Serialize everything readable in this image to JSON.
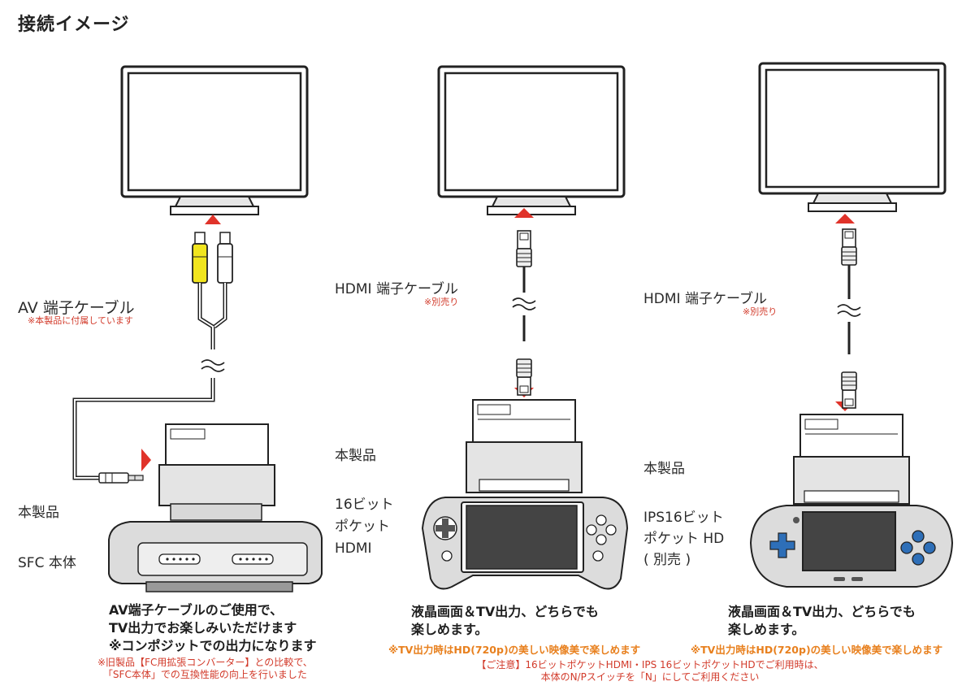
{
  "title": "接続イメージ",
  "colors": {
    "arrow_red": "#e0332a",
    "note_red": "#d23a2a",
    "note_orange": "#e8801e",
    "rca_yellow": "#f1e51e",
    "console_body": "#dcdcdc",
    "dpad_blue": "#2e6fb8"
  },
  "col1": {
    "cable_label": "AV 端子ケーブル",
    "cable_note": "※本製品に付属しています",
    "product_label": "本製品",
    "console_label": "SFC 本体",
    "desc_lines": [
      "AV端子ケーブルのご使用で、",
      "TV出力でお楽しみいただけます",
      "※コンポジットでの出力になります"
    ],
    "note_lines": [
      "※旧製品【FC用拡張コンバーター】との比較で、",
      "「SFC本体」での互換性能の向上を行いました"
    ]
  },
  "col2": {
    "cable_label": "HDMI 端子ケーブル",
    "cable_note": "※別売り",
    "product_label": "本製品",
    "device_lines": [
      "16ビット",
      "ポケット",
      "HDMI"
    ],
    "desc_lines": [
      "液晶画面＆TV出力、どちらでも",
      "楽しめます。"
    ],
    "hd_note": "※TV出力時はHD(720p)の美しい映像美で楽しめます"
  },
  "col3": {
    "cable_label": "HDMI 端子ケーブル",
    "cable_note": "※別売り",
    "product_label": "本製品",
    "device_lines": [
      "IPS16ビット",
      "ポケット HD",
      "( 別売 )"
    ],
    "desc_lines": [
      "液晶画面＆TV出力、どちらでも",
      "楽しめます。"
    ],
    "hd_note": "※TV出力時はHD(720p)の美しい映像美で楽しめます"
  },
  "bottom_note": [
    "【ご注意】16ビットポケットHDMI・IPS 16ビットポケットHDでご利用時は、",
    "本体のN/Pスイッチを「N」にしてご利用ください"
  ]
}
